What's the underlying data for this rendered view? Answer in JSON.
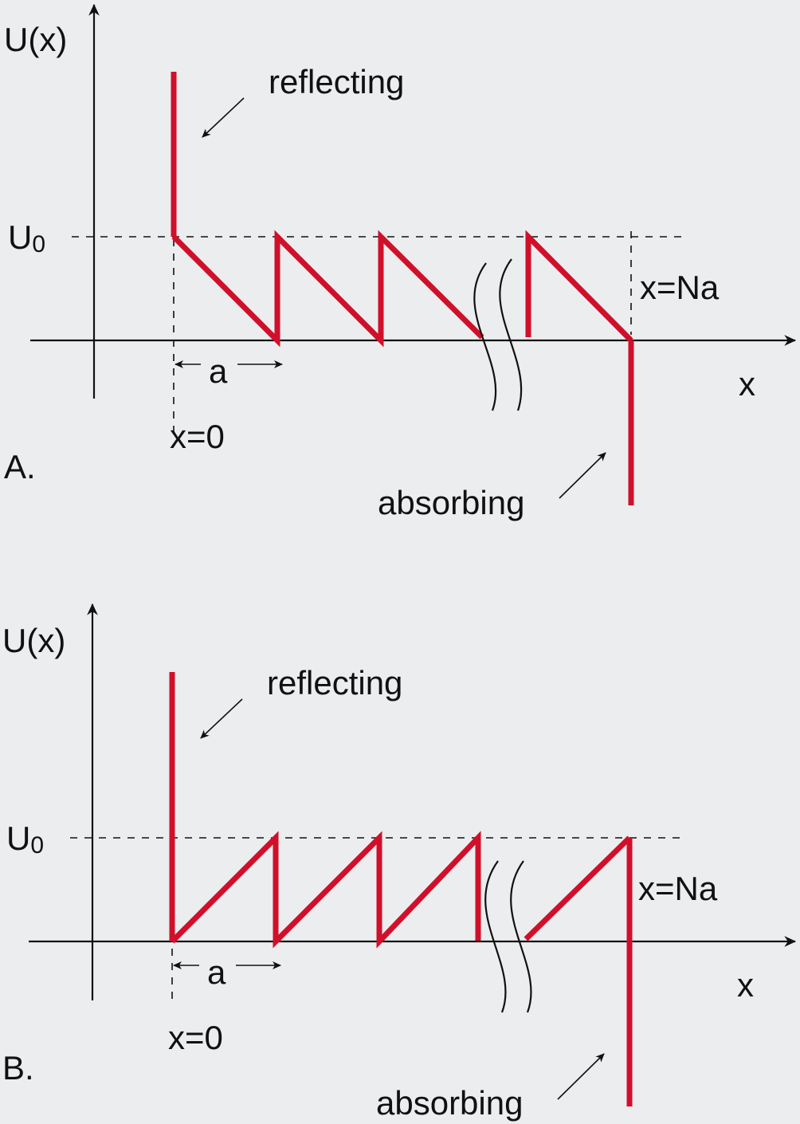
{
  "colors": {
    "background": "#ecedef",
    "potential": "#d0102b",
    "ink": "#111111"
  },
  "panels": [
    {
      "id": "A",
      "panel_label": "A.",
      "y_axis_label": "U(x)",
      "x_axis_label": "x",
      "level_label_base": "U",
      "level_label_sub": "0",
      "period_label": "a",
      "origin_label": "x=0",
      "end_label": "x=Na",
      "left_wall_label": "reflecting",
      "right_wall_label": "absorbing",
      "ramp": "descending"
    },
    {
      "id": "B",
      "panel_label": "B.",
      "y_axis_label": "U(x)",
      "x_axis_label": "x",
      "level_label_base": "U",
      "level_label_sub": "0",
      "period_label": "a",
      "origin_label": "x=0",
      "end_label": "x=Na",
      "left_wall_label": "reflecting",
      "right_wall_label": "absorbing",
      "ramp": "ascending"
    }
  ]
}
